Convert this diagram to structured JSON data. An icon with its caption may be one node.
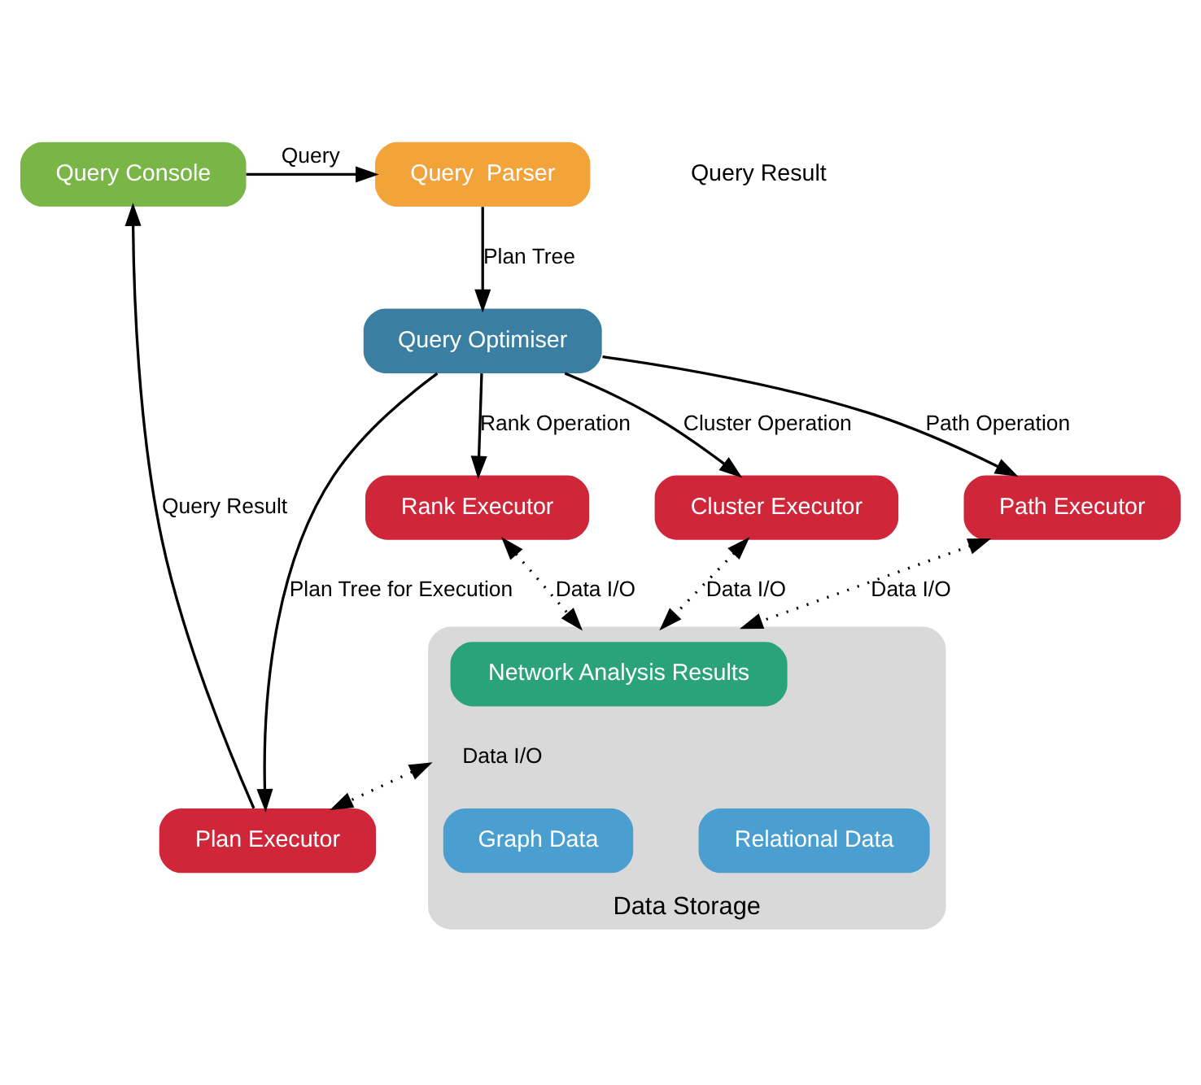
{
  "diagram": {
    "nodes": [
      {
        "text": [
          "Query Console"
        ]
      },
      {
        "text": [
          "Query  Parser"
        ]
      },
      {
        "text": [
          "Query Optimiser"
        ]
      },
      {
        "text": [
          "Rank Executor"
        ]
      },
      {
        "text": [
          "Cluster Executor"
        ]
      },
      {
        "text": [
          "Path Executor"
        ]
      },
      {
        "text": [
          "Data Storage"
        ]
      },
      {
        "text": [
          "Network Analysis Results"
        ],
        "in": 6
      },
      {
        "text": [
          "Graph Data"
        ],
        "in": 6
      },
      {
        "text": [
          "Relational Data"
        ],
        "in": 6
      },
      {
        "text": [
          "Plan Executor"
        ]
      }
    ],
    "edges": [
      {
        "from": 0,
        "to": 1,
        "arrow": "to",
        "label": "Query"
      },
      {
        "from": 1,
        "to": 2,
        "arrow": "to",
        "label": "Plan Tree"
      },
      {
        "from": 2,
        "to": 3,
        "arrow": "to",
        "label": "Rank Operation"
      },
      {
        "from": 2,
        "to": 4,
        "arrow": "to",
        "label": "Cluster Operation"
      },
      {
        "from": 2,
        "to": 5,
        "arrow": "to",
        "label": "Path Operation"
      },
      {
        "from": 2,
        "to": 10,
        "arrow": "to",
        "label": "Plan Tree for Execution"
      },
      {
        "from": 3,
        "to": 6,
        "arrow": "both",
        "label": "Data I/O",
        "style": "dashed"
      },
      {
        "from": 4,
        "to": 6,
        "arrow": "both",
        "label": "Data I/O",
        "style": "dashed"
      },
      {
        "from": 5,
        "to": 6,
        "arrow": "both",
        "label": "Data I/O",
        "style": "dashed"
      },
      {
        "from": 6,
        "to": 10,
        "arrow": "both",
        "label": "Data I/O",
        "style": "dashed"
      },
      {
        "from": 10,
        "to": 0,
        "arrow": "to",
        "label": "Query Result"
      }
    ],
    "labels": [
      "Query Result"
    ]
  }
}
